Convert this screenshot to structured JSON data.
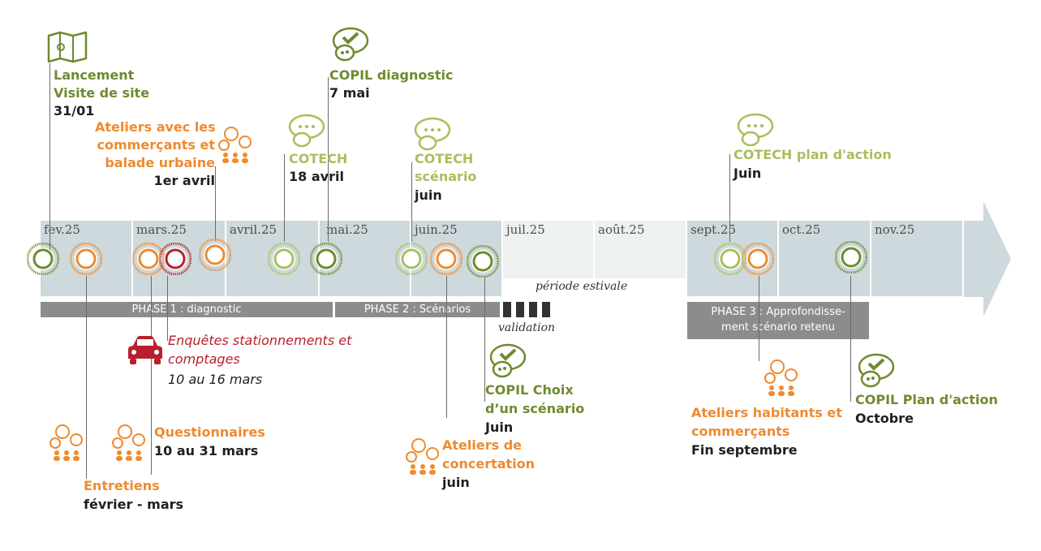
{
  "months": [
    "fev.25",
    "mars.25",
    "avril.25",
    "mai.25",
    "juin.25",
    "juil.25",
    "août.25",
    "sept.25",
    "oct.25",
    "nov.25"
  ],
  "colors": {
    "dark_green": "#6e8b2e",
    "light_green": "#a8bf5c",
    "orange": "#ef8a2f",
    "red": "#b8202d",
    "phase_gray": "#8c8c8c"
  },
  "phases": {
    "p1": "PHASE 1 : diagnostic",
    "p2": "PHASE 2 : Scénarios",
    "p3_line1": "PHASE 3 : Approfondisse-",
    "p3_line2": "ment scénario retenu"
  },
  "period": {
    "summer": "période estivale",
    "validation": "validation"
  },
  "events": {
    "lancement": {
      "title1": "Lancement",
      "title2": "Visite de site",
      "date": "31/01"
    },
    "ateliers_comm": {
      "l1": "Ateliers avec les",
      "l2": "commerçants et",
      "l3": "balade urbaine",
      "date": "1er avril"
    },
    "cotech1": {
      "title": "COTECH",
      "date": "18 avril"
    },
    "copil_diag": {
      "title": "COPIL diagnostic",
      "date": "7 mai"
    },
    "cotech_scen": {
      "title1": "COTECH",
      "title2": "scénario",
      "date": "juin"
    },
    "cotech_plan": {
      "title": "COTECH plan d'action",
      "date": "Juin"
    },
    "enquetes": {
      "l1": "Enquêtes stationnements et",
      "l2": "comptages",
      "date": "10 au 16 mars"
    },
    "questionnaires": {
      "title": "Questionnaires",
      "date": "10 au 31 mars"
    },
    "entretiens": {
      "title": "Entretiens",
      "date": "février - mars"
    },
    "ateliers_conc": {
      "l1": "Ateliers de",
      "l2": "concertation",
      "date": "juin"
    },
    "copil_choix": {
      "l1": "COPIL Choix",
      "l2": "d’un scénario",
      "date": "Juin"
    },
    "ateliers_hab": {
      "l1": "Ateliers habitants et",
      "l2": "commerçants",
      "date": "Fin septembre"
    },
    "copil_plan": {
      "title": "COPIL Plan d'action",
      "date": "Octobre"
    }
  }
}
